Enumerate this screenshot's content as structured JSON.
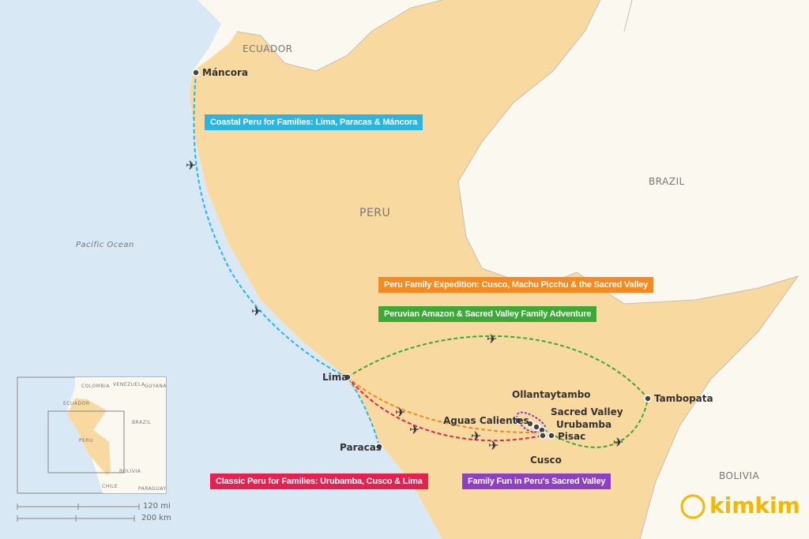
{
  "countries": {
    "ecuador": "ECUADOR",
    "peru": "PERU",
    "brazil": "BRAZIL",
    "bolivia": "BOLIVIA"
  },
  "ocean": "Pacific Ocean",
  "places": [
    "Máncora",
    "Lima",
    "Paracas",
    "Ollantaytambo",
    "Aguas Calientes",
    "Sacred Valley",
    "Urubamba",
    "Pisac",
    "Cusco",
    "Tambopata"
  ],
  "routes": [
    {
      "name": "Coastal Peru for Families: Lima, Paracas & Máncora",
      "color": "#29b6e5"
    },
    {
      "name": "Peru Family Expedition: Cusco, Machu Picchu & the Sacred Valley",
      "color": "#f7891e"
    },
    {
      "name": "Peruvian Amazon & Sacred Valley Family Adventure",
      "color": "#3aaa35"
    },
    {
      "name": "Classic Peru for Families: Urubamba, Cusco & Lima",
      "color": "#e8204f"
    },
    {
      "name": "Family Fun in Peru's Sacred Valley",
      "color": "#8e3fc8"
    }
  ],
  "inset": {
    "labels": [
      "COLOMBIA",
      "VENEZUELA",
      "GUYANA",
      "ECUADOR",
      "BRAZIL",
      "PERU",
      "BOLIVIA",
      "CHILE",
      "PARAGUAY"
    ]
  },
  "scale": {
    "miles": "120 mi",
    "km": "200 km"
  },
  "logo": {
    "text": "kimkim",
    "color": "#f5b800"
  }
}
